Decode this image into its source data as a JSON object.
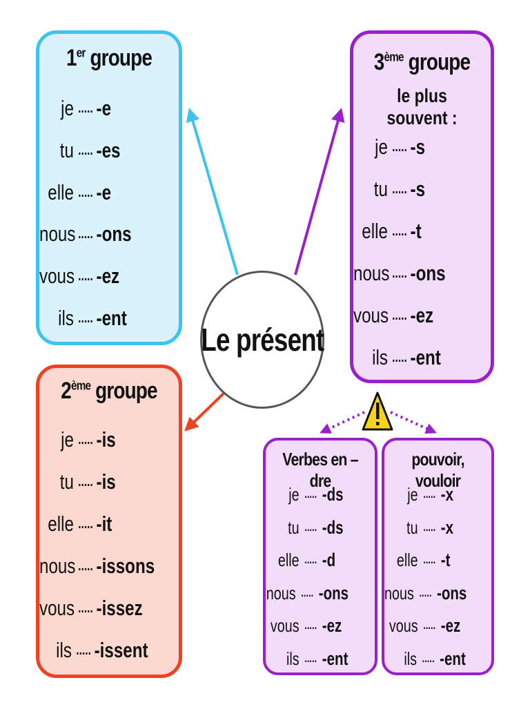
{
  "center": {
    "label": "Le présent"
  },
  "groups": {
    "g1": {
      "title_num": "1",
      "title_sup": "er",
      "title_rest": "groupe",
      "rows": [
        {
          "pron": "je",
          "dots": ".....",
          "end": "-e"
        },
        {
          "pron": "tu",
          "dots": ".....",
          "end": "-es"
        },
        {
          "pron": "elle",
          "dots": ".....",
          "end": "-e"
        },
        {
          "pron": "nous",
          "dots": ".....",
          "end": "-ons"
        },
        {
          "pron": "vous",
          "dots": ".....",
          "end": "-ez"
        },
        {
          "pron": "ils",
          "dots": ".....",
          "end": "-ent"
        }
      ]
    },
    "g2": {
      "title_num": "2",
      "title_sup": "ème",
      "title_rest": "groupe",
      "rows": [
        {
          "pron": "je",
          "dots": ".....",
          "end": "-is"
        },
        {
          "pron": "tu",
          "dots": ".....",
          "end": "-is"
        },
        {
          "pron": "elle",
          "dots": ".....",
          "end": "-it"
        },
        {
          "pron": "nous",
          "dots": ".....",
          "end": "-issons"
        },
        {
          "pron": "vous",
          "dots": ".....",
          "end": "-issez"
        },
        {
          "pron": "ils",
          "dots": ".....",
          "end": "-issent"
        }
      ]
    },
    "g3": {
      "title_num": "3",
      "title_sup": "ème",
      "title_rest": "groupe",
      "subtitle": "le plus souvent :",
      "rows": [
        {
          "pron": "je",
          "dots": ".....",
          "end": "-s"
        },
        {
          "pron": "tu",
          "dots": ".....",
          "end": "-s"
        },
        {
          "pron": "elle",
          "dots": ".....",
          "end": "-t"
        },
        {
          "pron": "nous",
          "dots": ".....",
          "end": "-ons"
        },
        {
          "pron": "vous",
          "dots": ".....",
          "end": "-ez"
        },
        {
          "pron": "ils",
          "dots": ".....",
          "end": "-ent"
        }
      ]
    },
    "sub1": {
      "title": "Verbes en –dre",
      "rows": [
        {
          "pron": "je",
          "dots": ".....",
          "end": "-ds"
        },
        {
          "pron": "tu",
          "dots": ".....",
          "end": "-ds"
        },
        {
          "pron": "elle",
          "dots": ".....",
          "end": "-d"
        },
        {
          "pron": "nous",
          "dots": ".....",
          "end": "-ons"
        },
        {
          "pron": "vous",
          "dots": ".....",
          "end": "-ez"
        },
        {
          "pron": "ils",
          "dots": ".....",
          "end": "-ent"
        }
      ]
    },
    "sub2": {
      "title": "pouvoir, vouloir",
      "rows": [
        {
          "pron": "je",
          "dots": ".....",
          "end": "-x"
        },
        {
          "pron": "tu",
          "dots": ".....",
          "end": "-x"
        },
        {
          "pron": "elle",
          "dots": ".....",
          "end": "-t"
        },
        {
          "pron": "nous",
          "dots": ".....",
          "end": "-ons"
        },
        {
          "pron": "vous",
          "dots": ".....",
          "end": "-ez"
        },
        {
          "pron": "ils",
          "dots": ".....",
          "end": "-ent"
        }
      ]
    }
  },
  "icons": {
    "warning": "warning-icon"
  },
  "colors": {
    "group1": "#3cc3f0",
    "group2": "#ef4222",
    "group3": "#9a1fcd",
    "warning": "#f7d21e"
  }
}
